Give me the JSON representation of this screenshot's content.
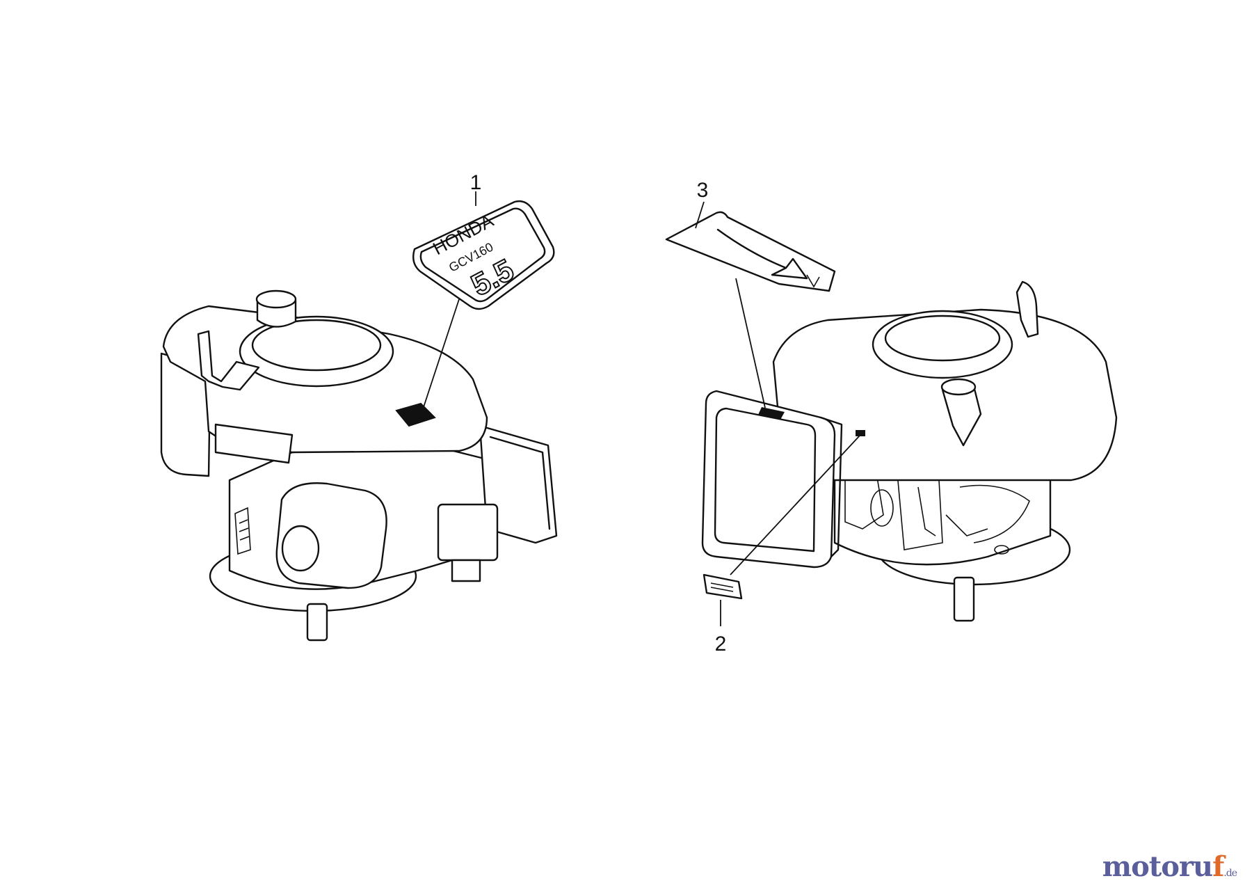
{
  "diagram": {
    "callouts": [
      {
        "id": "1",
        "label": "1"
      },
      {
        "id": "2",
        "label": "2"
      },
      {
        "id": "3",
        "label": "3"
      }
    ],
    "decal_main": {
      "brand": "HONDA",
      "model": "GCV160",
      "power": "5.5"
    },
    "colors": {
      "line": "#111111",
      "watermark_text": "#5a5e9a",
      "watermark_accent": "#e06a2a"
    }
  },
  "watermark": {
    "main": "motoru",
    "accent": "f",
    "tld": ".de"
  }
}
